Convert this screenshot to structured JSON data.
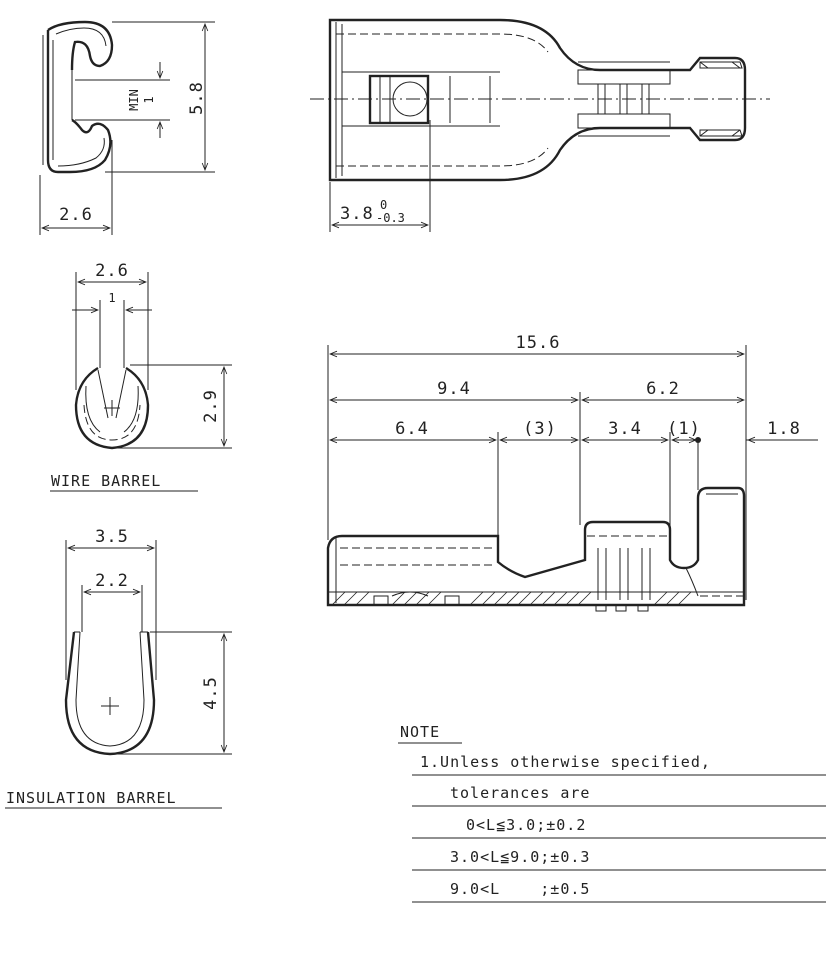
{
  "dimensions": {
    "top_height": "5.8",
    "top_width": "2.6",
    "min_gap_label": "MIN",
    "min_gap_value": "1",
    "top_length": "3.8",
    "top_length_tol_upper": "0",
    "top_length_tol_lower": "-0.3",
    "wire_width": "2.6",
    "wire_gap": "1",
    "wire_height": "2.9",
    "ins_width": "3.5",
    "ins_gap": "2.2",
    "ins_height": "4.5",
    "total_length": "15.6",
    "left_part": "9.4",
    "right_part": "6.2",
    "seg_a": "6.4",
    "seg_b": "(3)",
    "seg_c": "3.4",
    "seg_d": "(1)",
    "seg_e": "1.8"
  },
  "labels": {
    "wire_barrel": "WIRE BARREL",
    "insulation_barrel": "INSULATION BARREL"
  },
  "note": {
    "heading": "NOTE",
    "lines": [
      "1.Unless otherwise specified,",
      "tolerances are",
      "0<L≦3.0;±0.2",
      "3.0<L≦9.0;±0.3",
      "9.0<L    ;±0.5"
    ]
  }
}
